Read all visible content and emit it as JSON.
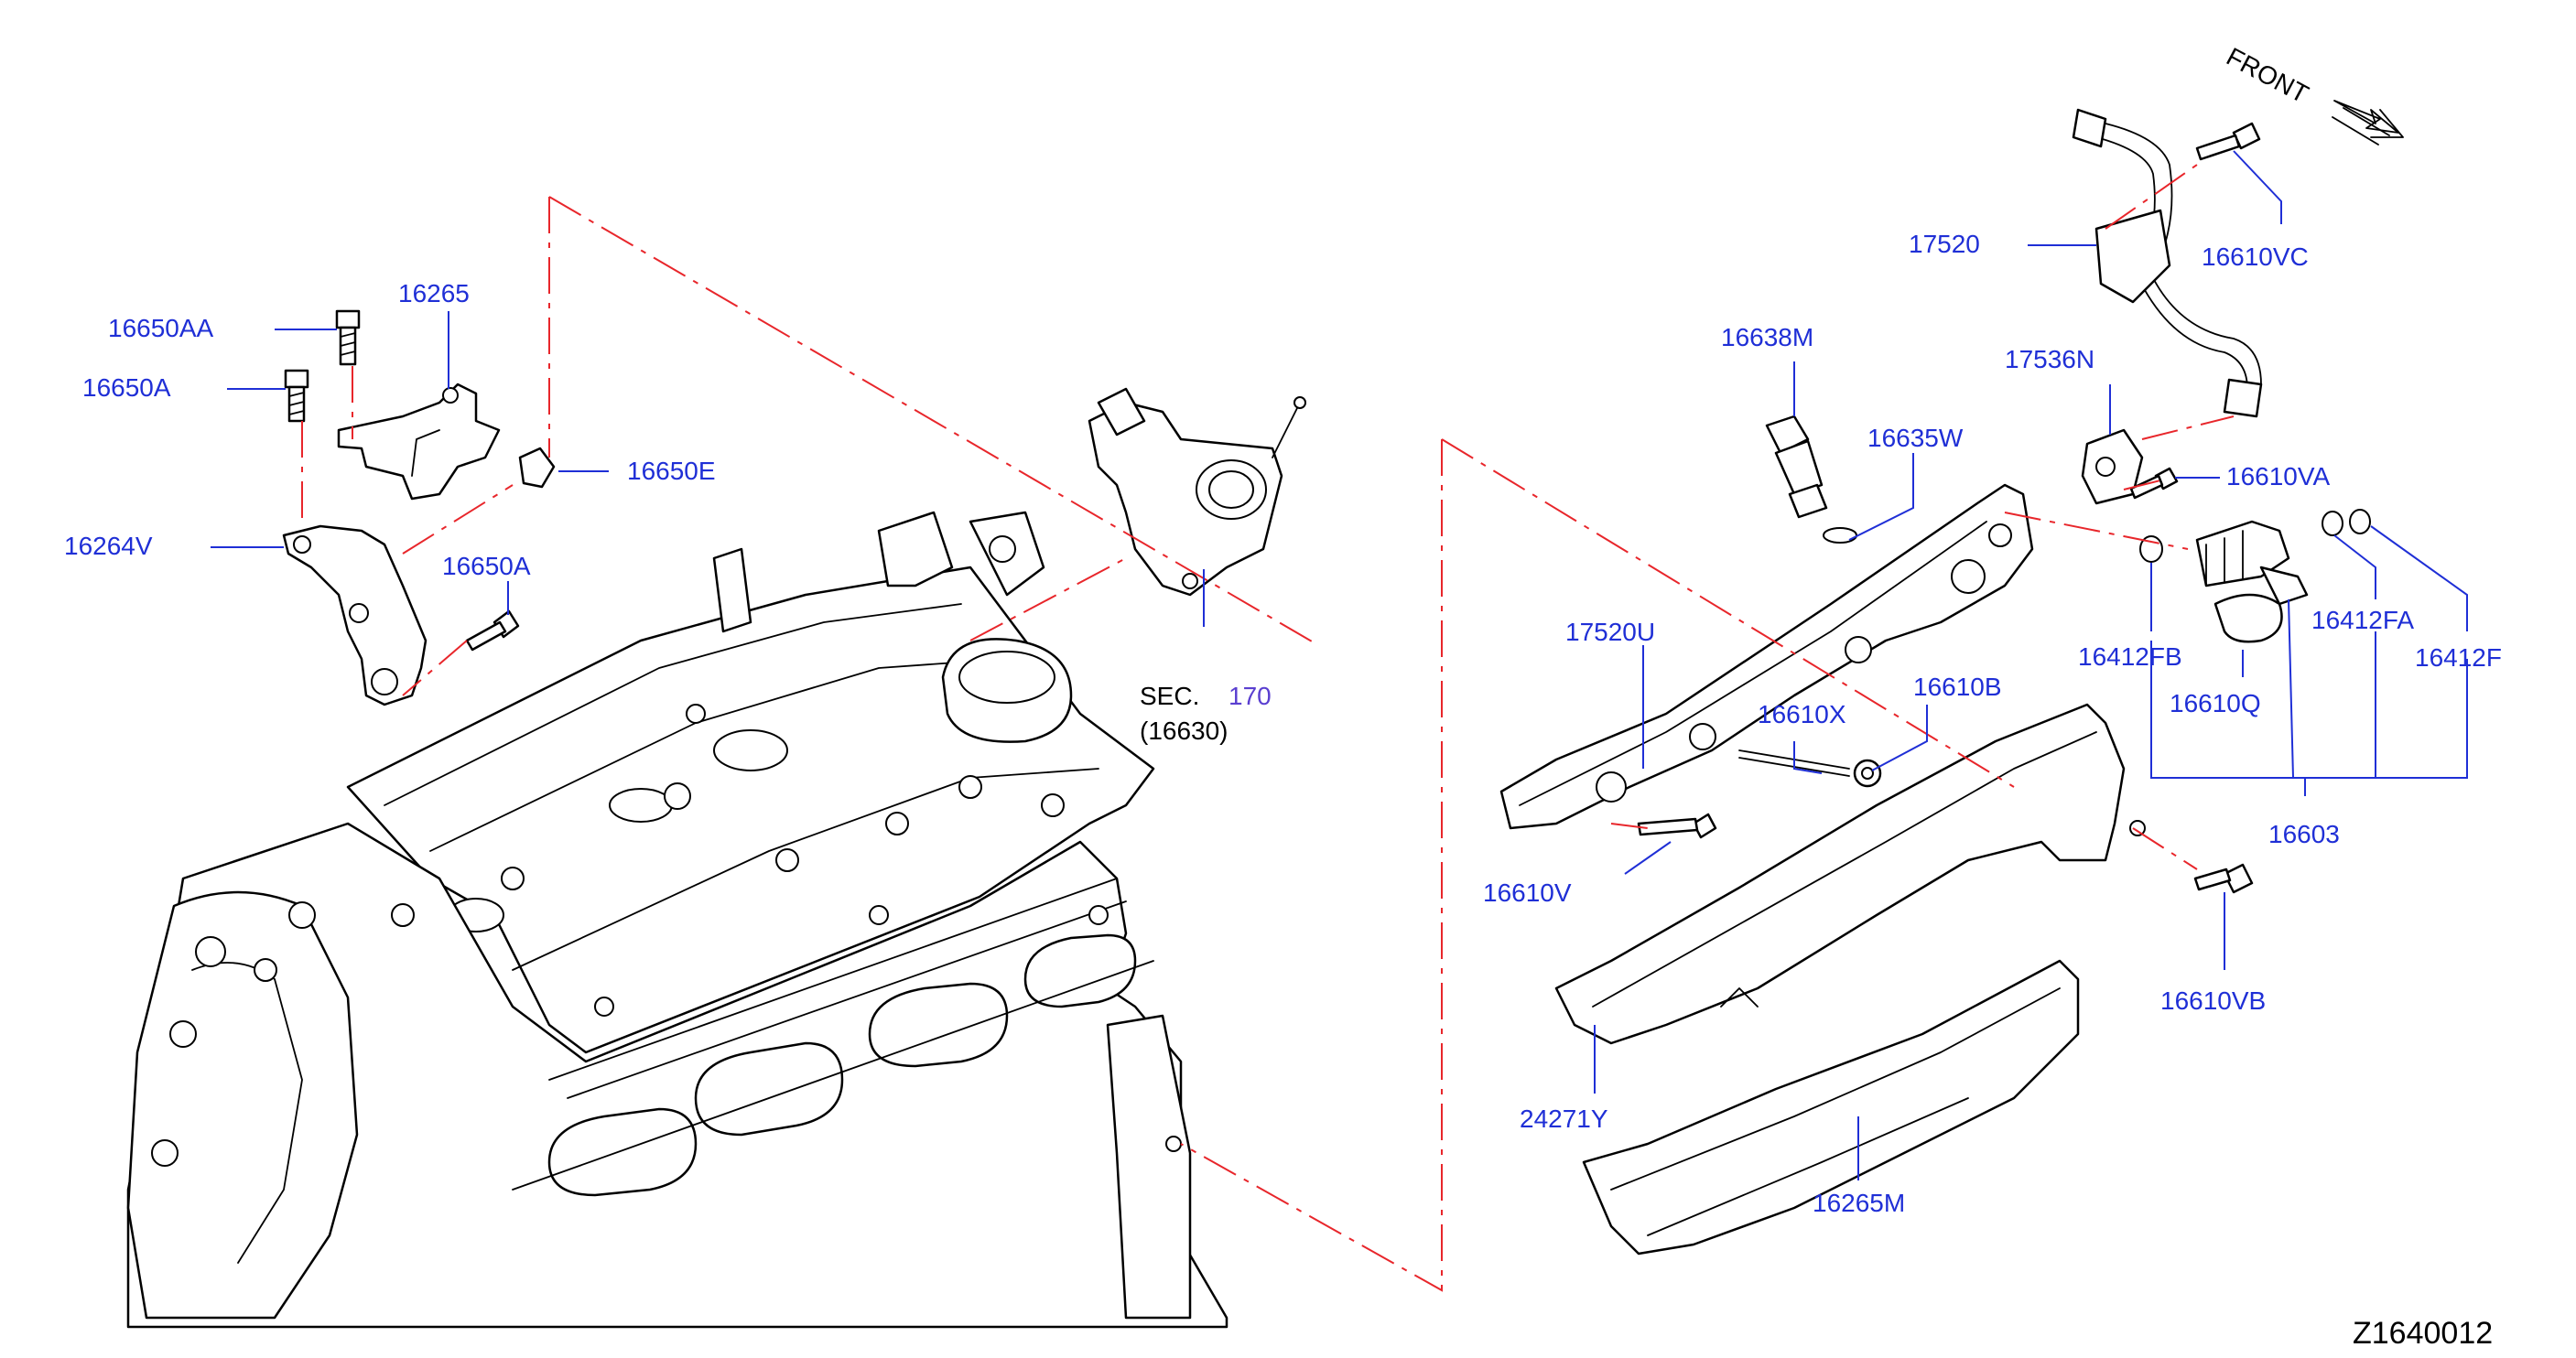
{
  "labels": {
    "p16650AA": "16650AA",
    "p16265": "16265",
    "p16650A_top": "16650A",
    "p16650E": "16650E",
    "p16264V": "16264V",
    "p16650A_low": "16650A",
    "sec_prefix": "SEC.",
    "sec_number": "170",
    "sec_sub": "(16630)",
    "front": "FRONT",
    "p17520": "17520",
    "p16610VC": "16610VC",
    "p16638M": "16638M",
    "p17536N": "17536N",
    "p16635W": "16635W",
    "p16610VA": "16610VA",
    "p17520U": "17520U",
    "p16610B": "16610B",
    "p16610X": "16610X",
    "p16412FB": "16412FB",
    "p16412FA": "16412FA",
    "p16412F": "16412F",
    "p16610Q": "16610Q",
    "p16603": "16603",
    "p16610V": "16610V",
    "p16610VB": "16610VB",
    "p24271Y": "24271Y",
    "p16265M": "16265M",
    "diagram_code": "Z1640012"
  },
  "colors": {
    "label": "#1f2fd6",
    "leader": "#1f2fd6",
    "chain_line": "#e8262b",
    "outline": "#000000",
    "section_number": "#5a3fd0"
  }
}
